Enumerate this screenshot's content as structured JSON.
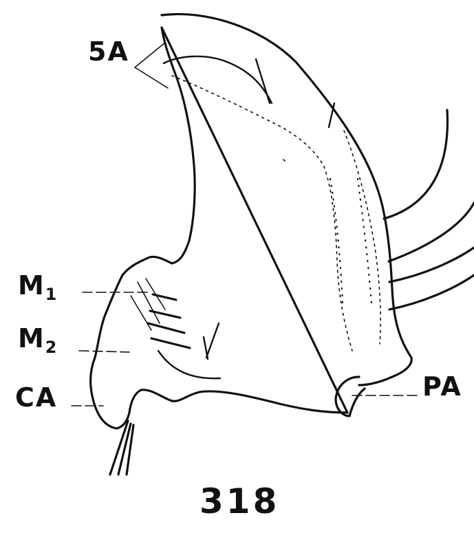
{
  "figure": {
    "number": "318",
    "labels": {
      "sa": "5A",
      "m1_main": "M",
      "m1_sub": "1",
      "m2_main": "M",
      "m2_sub": "2",
      "ca": "CA",
      "pa": "PA"
    }
  }
}
